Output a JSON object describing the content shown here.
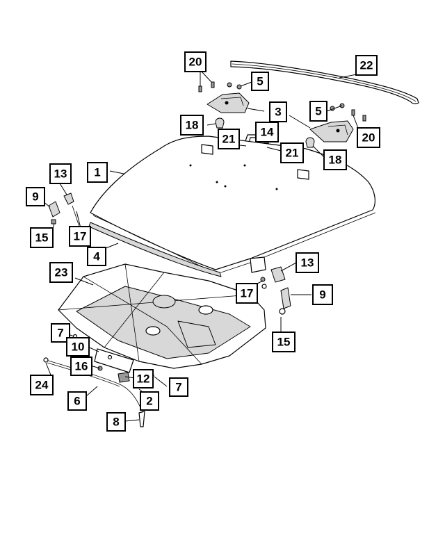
{
  "diagram": {
    "callouts": [
      {
        "id": "c20a",
        "label": "20"
      },
      {
        "id": "c5a",
        "label": "5"
      },
      {
        "id": "c22",
        "label": "22"
      },
      {
        "id": "c3",
        "label": "3"
      },
      {
        "id": "c5b",
        "label": "5"
      },
      {
        "id": "c20b",
        "label": "20"
      },
      {
        "id": "c18a",
        "label": "18"
      },
      {
        "id": "c21a",
        "label": "21"
      },
      {
        "id": "c14",
        "label": "14"
      },
      {
        "id": "c21b",
        "label": "21"
      },
      {
        "id": "c18b",
        "label": "18"
      },
      {
        "id": "c13a",
        "label": "13"
      },
      {
        "id": "c1",
        "label": "1"
      },
      {
        "id": "c9a",
        "label": "9"
      },
      {
        "id": "c15a",
        "label": "15"
      },
      {
        "id": "c17a",
        "label": "17"
      },
      {
        "id": "c4",
        "label": "4"
      },
      {
        "id": "c23",
        "label": "23"
      },
      {
        "id": "c13b",
        "label": "13"
      },
      {
        "id": "c17b",
        "label": "17"
      },
      {
        "id": "c9b",
        "label": "9"
      },
      {
        "id": "c15b",
        "label": "15"
      },
      {
        "id": "c7a",
        "label": "7"
      },
      {
        "id": "c10",
        "label": "10"
      },
      {
        "id": "c16",
        "label": "16"
      },
      {
        "id": "c12",
        "label": "12"
      },
      {
        "id": "c7b",
        "label": "7"
      },
      {
        "id": "c24",
        "label": "24"
      },
      {
        "id": "c6",
        "label": "6"
      },
      {
        "id": "c2",
        "label": "2"
      },
      {
        "id": "c8",
        "label": "8"
      }
    ]
  }
}
